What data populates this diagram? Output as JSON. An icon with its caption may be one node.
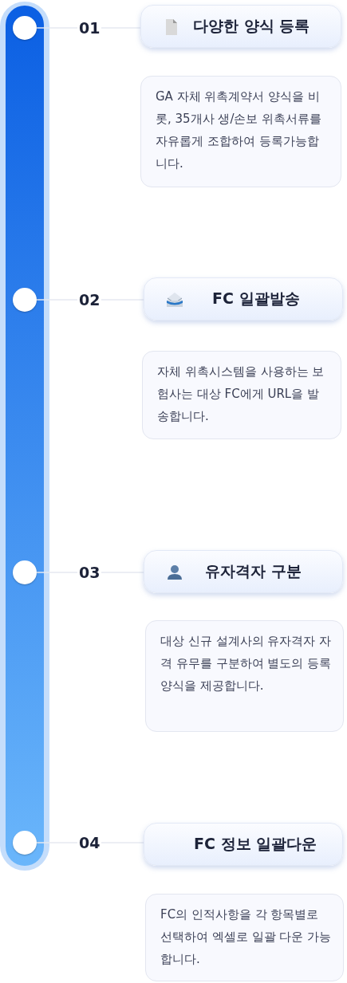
{
  "diagram": {
    "nodes": [
      {
        "text": [],
        "shape": "circle"
      },
      {
        "text": [
          "다양한 양식 등록"
        ]
      },
      {
        "text": [
          "GA 자체 위촉계약서 양식을 비롯, 35개사 생/손보 위촉서류를 자유롭게 조합하여 등록가능합니다."
        ]
      },
      {
        "text": [],
        "shape": "circle"
      },
      {
        "text": [
          "FC 일괄발송"
        ]
      },
      {
        "text": [
          "자체 위촉시스템을 사용하는 보험사는 대상 FC에게 URL을  발송합니다."
        ]
      },
      {
        "text": [],
        "shape": "circle"
      },
      {
        "text": [
          "유자격자 구분"
        ]
      },
      {
        "text": [
          "대상 신규 설계사의 유자격자 자격 유무를 구분하여 별도의 등록양식을 제공합니다."
        ]
      },
      {
        "text": [],
        "shape": "circle"
      },
      {
        "text": [
          "FC 정보 일괄다운"
        ]
      },
      {
        "text": [
          "FC의 인적사항을 각 항목별로 선택하여 엑셀로 일괄 다운 가능합니다."
        ]
      }
    ],
    "edges": [
      {
        "from": 0,
        "to": 1,
        "arrow": "none",
        "label": "01"
      },
      {
        "from": 3,
        "to": 4,
        "arrow": "none",
        "label": "02"
      },
      {
        "from": 6,
        "to": 7,
        "arrow": "none",
        "label": "03"
      },
      {
        "from": 9,
        "to": 10,
        "arrow": "none",
        "label": "04"
      }
    ]
  }
}
